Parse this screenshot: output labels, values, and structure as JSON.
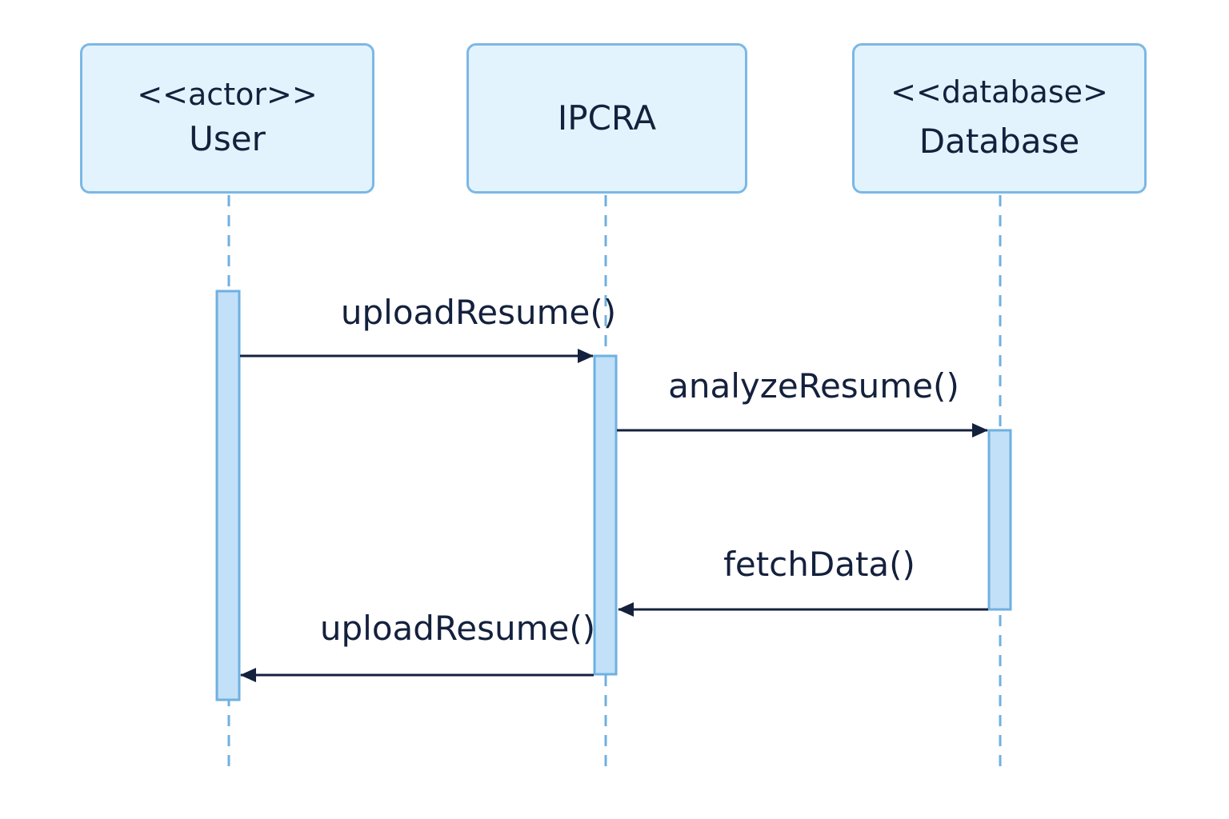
{
  "participants": [
    {
      "stereotype": "<<actor>>",
      "name": "User"
    },
    {
      "stereotype": "",
      "name": "IPCRA"
    },
    {
      "stereotype": "<<database>",
      "name": "Database"
    }
  ],
  "messages": [
    {
      "label": "uploadResume()",
      "from": "User",
      "to": "IPCRA",
      "kind": "call"
    },
    {
      "label": "analyzeResume()",
      "from": "IPCRA",
      "to": "Database",
      "kind": "call"
    },
    {
      "label": "fetchData()",
      "from": "Database",
      "to": "IPCRA",
      "kind": "return"
    },
    {
      "label": "uploadResume()",
      "from": "IPCRA",
      "to": "User",
      "kind": "return"
    }
  ],
  "colors": {
    "box_fill": "#e3f3fd",
    "box_border": "#7bb8e6",
    "lifeline": "#6fb0e0",
    "activation_fill": "#c2e0f7",
    "activation_border": "#6fb0e0",
    "arrow": "#14213d",
    "text": "#14213d"
  }
}
